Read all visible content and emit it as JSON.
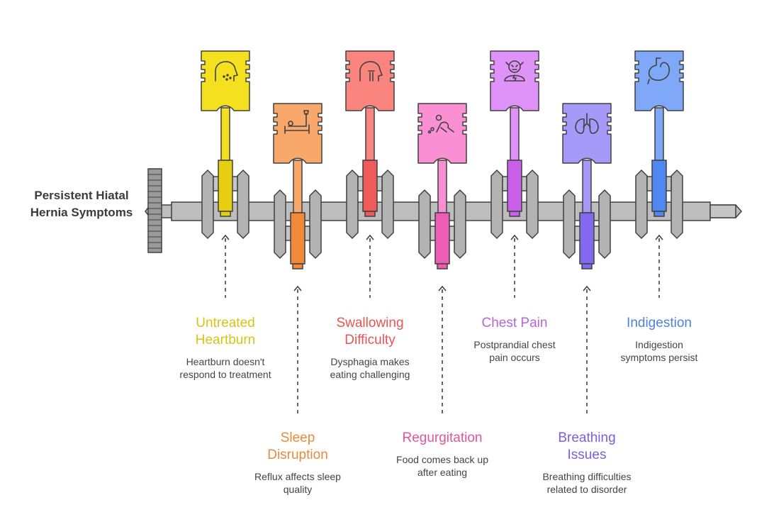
{
  "title": "Persistent Hiatal Hernia Symptoms",
  "symptoms": [
    {
      "title": "Untreated Heartburn",
      "description": "Heartburn doesn't respond to treatment",
      "color": "#f5e020",
      "dark": "#e6cf10",
      "label_color": "#d8c416",
      "icon": "head-dots-icon"
    },
    {
      "title": "Sleep Disruption",
      "description": "Reflux affects sleep quality",
      "color": "#f8a86a",
      "dark": "#f08a3a",
      "label_color": "#e98a3a",
      "icon": "bed-icon"
    },
    {
      "title": "Swallowing Difficulty",
      "description": "Dysphagia makes eating challenging",
      "color": "#f9857e",
      "dark": "#ef5a5a",
      "label_color": "#e85552",
      "icon": "throat-icon"
    },
    {
      "title": "Regurgitation",
      "description": "Food comes back up after eating",
      "color": "#fb8fd3",
      "dark": "#ef5cb4",
      "label_color": "#e0569f",
      "icon": "vomit-icon"
    },
    {
      "title": "Chest Pain",
      "description": "Postprandial chest pain occurs",
      "color": "#df92f8",
      "dark": "#c860ea",
      "label_color": "#b765d8",
      "icon": "chest-pain-icon"
    },
    {
      "title": "Breathing Issues",
      "description": "Breathing difficulties related to disorder",
      "color": "#a69af8",
      "dark": "#8468ee",
      "label_color": "#7c5ee0",
      "icon": "lungs-icon"
    },
    {
      "title": "Indigestion",
      "description": "Indigestion symptoms persist",
      "color": "#7fa8f8",
      "dark": "#4f88f0",
      "label_color": "#4d82dc",
      "icon": "stomach-icon"
    }
  ]
}
